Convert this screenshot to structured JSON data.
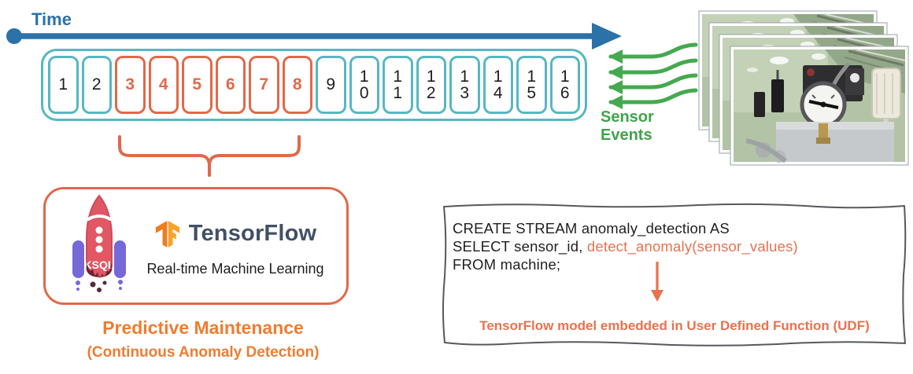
{
  "timeline": {
    "label": "Time",
    "boxes": [
      {
        "label": "1",
        "highlighted": false
      },
      {
        "label": "2",
        "highlighted": false
      },
      {
        "label": "3",
        "highlighted": true
      },
      {
        "label": "4",
        "highlighted": true
      },
      {
        "label": "5",
        "highlighted": true
      },
      {
        "label": "6",
        "highlighted": true
      },
      {
        "label": "7",
        "highlighted": true
      },
      {
        "label": "8",
        "highlighted": true
      },
      {
        "label": "9",
        "highlighted": false
      },
      {
        "label": "10",
        "highlighted": false
      },
      {
        "label": "11",
        "highlighted": false
      },
      {
        "label": "12",
        "highlighted": false
      },
      {
        "label": "13",
        "highlighted": false
      },
      {
        "label": "14",
        "highlighted": false
      },
      {
        "label": "15",
        "highlighted": false
      },
      {
        "label": "16",
        "highlighted": false
      }
    ],
    "highlighted_range": "3-8"
  },
  "sensor_events": {
    "label": "Sensor Events",
    "arrow_count": 4,
    "photo_description": "stacked industrial machine photos with pressure gauge"
  },
  "ml_box": {
    "ksql": "KSQL",
    "tensorflow": "TensorFlow",
    "caption": "Real-time Machine Learning"
  },
  "predictive": {
    "title": "Predictive Maintenance",
    "subtitle": "(Continuous Anomaly Detection)"
  },
  "code_box": {
    "line1": "CREATE STREAM anomaly_detection AS",
    "line2_prefix": "SELECT sensor_id, ",
    "line2_highlight": "detect_anomaly(sensor_values)",
    "line3": "FROM machine;",
    "caption": "TensorFlow model embedded in User Defined Function (UDF)"
  },
  "colors": {
    "time_blue": "#2b72a8",
    "timeline_teal": "#57b7c3",
    "highlight_orange": "#e0694a",
    "predictive_orange": "#ed7d31",
    "code_orange": "#e8724f",
    "sensor_green": "#45a94f",
    "tensorflow_text": "#425066",
    "tensorflow_orange_dark": "#ef7d20",
    "tensorflow_orange_light": "#f8a22b",
    "ksql_body_red": "#e15764",
    "ksql_booster_purple": "#7568d9"
  }
}
